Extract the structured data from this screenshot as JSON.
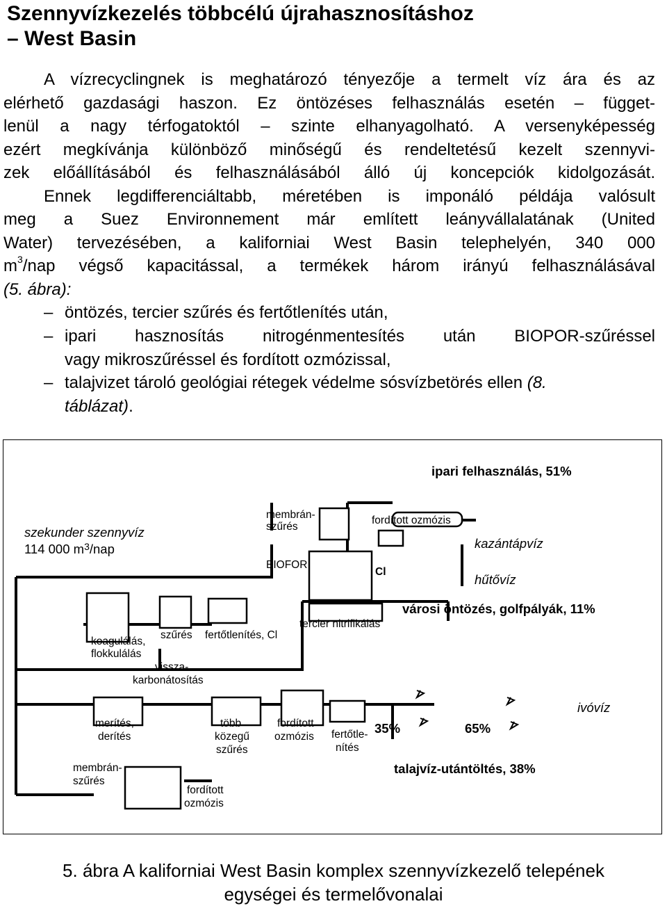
{
  "document": {
    "title_line1": "Szennyvízkezelés többcélú újrahasznosításhoz",
    "title_line2": "– West Basin",
    "paragraph": {
      "l1": "A vízrecyclingnek is meghatározó tényezője a termelt víz ára és az",
      "l2": "elérhető gazdasági haszon. Ez öntözéses felhasználás esetén – függet-",
      "l3": "lenül a nagy térfogatoktól – szinte elhanyagolható. A versenyképesség",
      "l4": "ezért megkívánja különböző minőségű és rendeltetésű kezelt szennyvi-",
      "l5": "zek előállításából és felhasználásából álló új koncepciók kidolgozását.",
      "l6": "Ennek legdifferenciáltabb, méretében is imponáló példája valósult",
      "l7": "meg a Suez Environnement már említett leányvállalatának (United",
      "l8": "Water) tervezésében, a kaliforniai West Basin telephelyén, 340 000",
      "l9_pre": "m",
      "l9_sup": "3",
      "l9_post": "/nap végső kapacitással, a termékek három irányú felhasználásával",
      "l10": "(5. ábra):"
    },
    "bullets": [
      {
        "dash": "–",
        "l1": "öntözés, tercier szűrés és fertőtlenítés után,"
      },
      {
        "dash": "–",
        "l1": "ipari hasznosítás nitrogénmentesítés után BIOPOR-szűréssel",
        "l2": "vagy mikroszűréssel és fordított ozmózissal,"
      },
      {
        "dash": "–",
        "l1_pre": "talajvizet tároló geológiai rétegek védelme sósvízbetörés ellen ",
        "l1_it": "(8.",
        "l2_it": "táblázat)",
        "l2_post": "."
      }
    ],
    "caption_l1": "5. ábra A kaliforniai West Basin komplex szennyvízkezelő telepének",
    "caption_l2": "egységei és termelővonalai"
  },
  "figure": {
    "ipari": "ipari felhasználás, 51%",
    "szekunder": "szekunder szennyvíz",
    "volume_pre": "114 000 m",
    "volume_sup": "3",
    "volume_post": "/nap",
    "membran_top_1": "membrán-",
    "membran_top_2": "szűrés",
    "biofor": "BIOFOR",
    "fordított_top": "fordított ozmózis",
    "cl_box": "Cl",
    "kazantapviz": "kazántápvíz",
    "hutoviz": "hűtővíz",
    "varosi": "városi öntözés, golfpályák, 11%",
    "tercier": "tercier nitrifikálás",
    "koagulalas_1": "koagulálás,",
    "koagulalas_2": "flokkulálás",
    "szures": "szűrés",
    "fertotlenites": "fertőtlenítés, Cl",
    "vissza_1": "vissza-",
    "vissza_2": "karbonátosítás",
    "merites_1": "merítés,",
    "merites_2": "derítés",
    "tobb_1": "több",
    "tobb_2": "közegű",
    "tobb_3": "szűrés",
    "ford_mid_1": "fordított",
    "ford_mid_2": "ozmózis",
    "fertotle_1": "fertőtle-",
    "fertotle_2": "nítés",
    "pct35": "35%",
    "pct65": "65%",
    "ivoviz": "ivóvíz",
    "membran_bot_1": "membrán-",
    "membran_bot_2": "szűrés",
    "ford_bot_1": "fordított",
    "ford_bot_2": "ozmózis",
    "talajviz": "talajvíz-utántöltés, 38%"
  }
}
